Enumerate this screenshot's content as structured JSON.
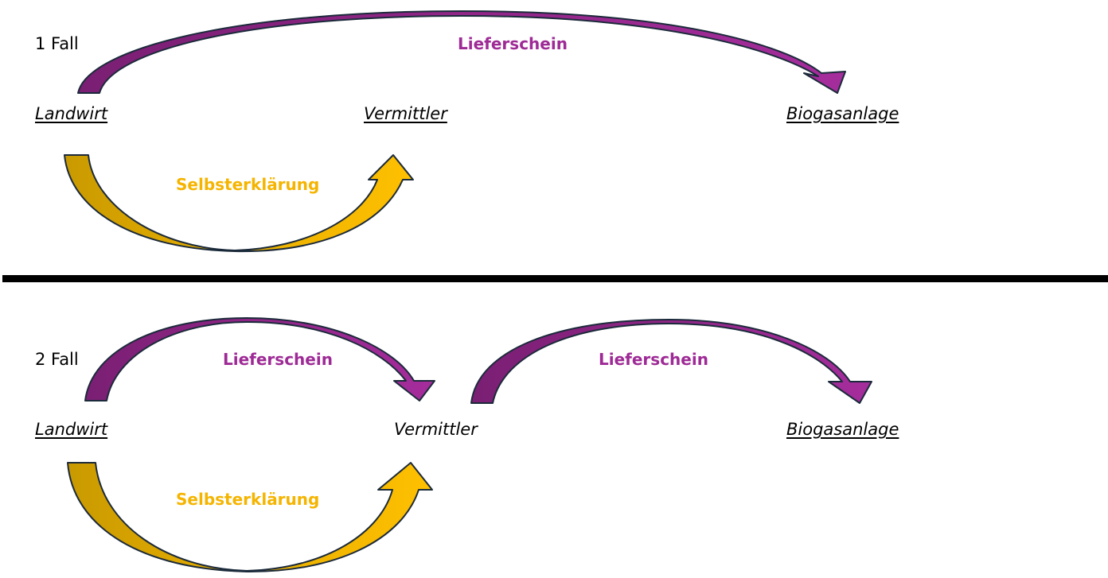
{
  "case1": {
    "label": "1 Fall",
    "nodes": {
      "landwirt": "Landwirt",
      "vermittler": "Vermittler",
      "biogasanlage": "Biogasanlage"
    },
    "arrows": {
      "top": "Lieferschein",
      "bottom": "Selbsterklärung"
    }
  },
  "case2": {
    "label": "2 Fall",
    "nodes": {
      "landwirt": "Landwirt",
      "vermittler": "Vermittler",
      "biogasanlage": "Biogasanlage"
    },
    "arrows": {
      "top_left": "Lieferschein",
      "top_right": "Lieferschein",
      "bottom": "Selbsterklärung"
    }
  },
  "colors": {
    "lieferschein_fill": "#9e2a96",
    "lieferschein_shade": "#7a1f73",
    "selbsterklaerung_fill": "#ffc000",
    "selbsterklaerung_shade": "#c99a00",
    "outline": "#1b2a3a",
    "divider": "#000000"
  }
}
